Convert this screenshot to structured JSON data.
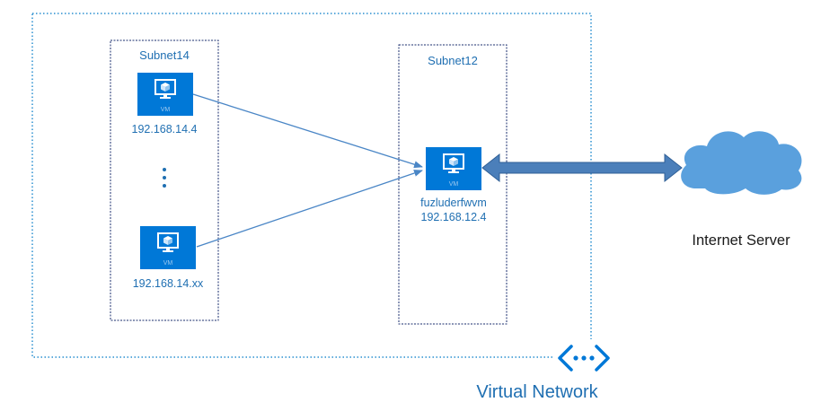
{
  "virtual_network": {
    "label": "Virtual Network",
    "icon": "virtual-network-icon"
  },
  "subnets": [
    {
      "id": "subnet14",
      "label": "Subnet14"
    },
    {
      "id": "subnet12",
      "label": "Subnet12"
    }
  ],
  "vms": [
    {
      "id": "vm-14-4",
      "subnet": "Subnet14",
      "badge": "VM",
      "ip": "192.168.14.4"
    },
    {
      "id": "vm-14-xx",
      "subnet": "Subnet14",
      "badge": "VM",
      "ip": "192.168.14.xx"
    },
    {
      "id": "vm-fw",
      "subnet": "Subnet12",
      "badge": "VM",
      "name": "fuzluderfwvm",
      "ip": "192.168.12.4"
    }
  ],
  "internet_server": {
    "label": "Internet Server",
    "icon": "cloud-icon"
  },
  "colors": {
    "azure_blue": "#0078d7",
    "label_blue": "#1f6fb2",
    "border_dark_blue": "#1a2e6e",
    "vnet_border": "#2a8fd0",
    "cloud_blue": "#5aa0dd",
    "arrow_blue": "#4a86c6"
  }
}
